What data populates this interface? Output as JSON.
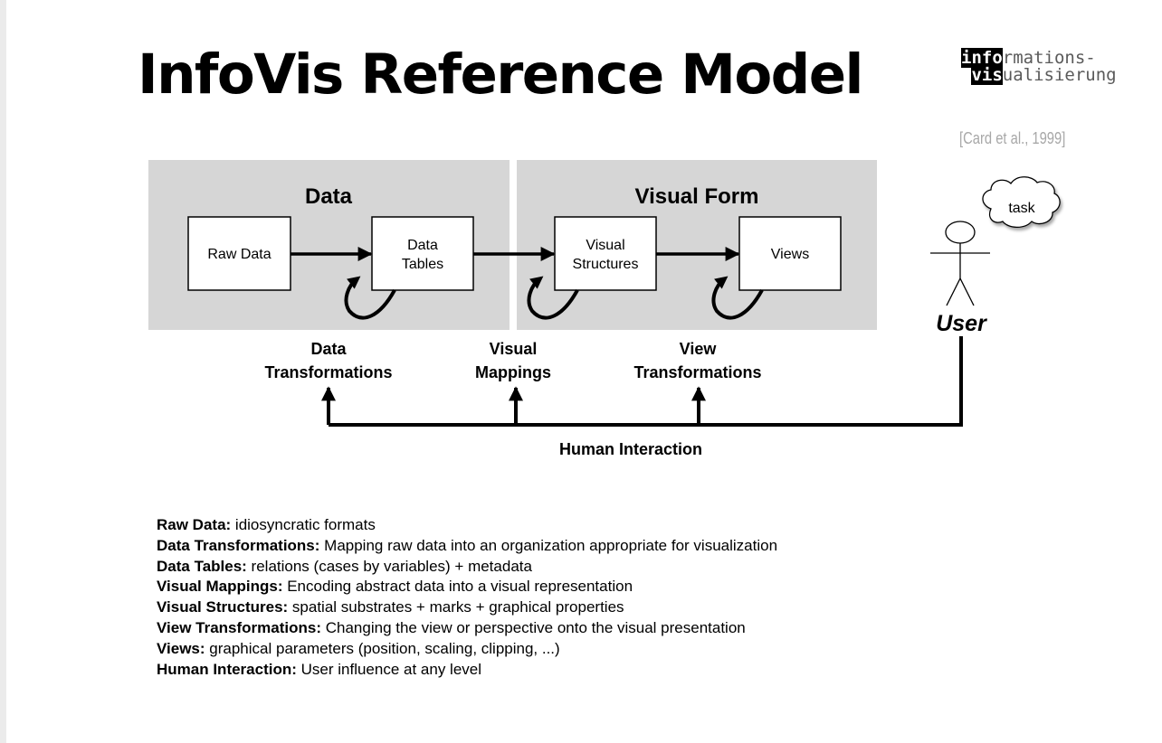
{
  "slide": {
    "title": "InfoVis Reference Model",
    "logo": {
      "line1_black": "info",
      "line1_rest": "rmations-",
      "line2_black": "vis",
      "line2_rest": "ualisierung"
    },
    "citation": "[Card et al., 1999]"
  },
  "diagram": {
    "data_panel_title": "Data",
    "visual_form_panel_title": "Visual Form",
    "boxes": {
      "raw_data": "Raw Data",
      "data_tables": [
        "Data",
        "Tables"
      ],
      "visual_structures": [
        "Visual",
        "Structures"
      ],
      "views": "Views"
    },
    "stages": {
      "data_transformations": [
        "Data",
        "Transformations"
      ],
      "visual_mappings": [
        "Visual",
        "Mappings"
      ],
      "view_transformations": [
        "View",
        "Transformations"
      ]
    },
    "human_interaction": "Human Interaction",
    "user_label": "User",
    "task_label": "task"
  },
  "glossary": [
    {
      "term": "Raw Data:",
      "definition": " idiosyncratic formats"
    },
    {
      "term": "Data Transformations:",
      "definition": " Mapping raw data into an organization appropriate for visualization"
    },
    {
      "term": "Data Tables:",
      "definition": " relations (cases by variables) + metadata"
    },
    {
      "term": "Visual Mappings:",
      "definition": " Encoding abstract data into a visual representation"
    },
    {
      "term": "Visual Structures:",
      "definition": " spatial substrates + marks + graphical properties"
    },
    {
      "term": "View Transformations:",
      "definition": " Changing the view or perspective onto the visual presentation"
    },
    {
      "term": "Views:",
      "definition": " graphical parameters (position, scaling, clipping, ...)"
    },
    {
      "term": "Human Interaction:",
      "definition": " User influence at any level"
    }
  ]
}
